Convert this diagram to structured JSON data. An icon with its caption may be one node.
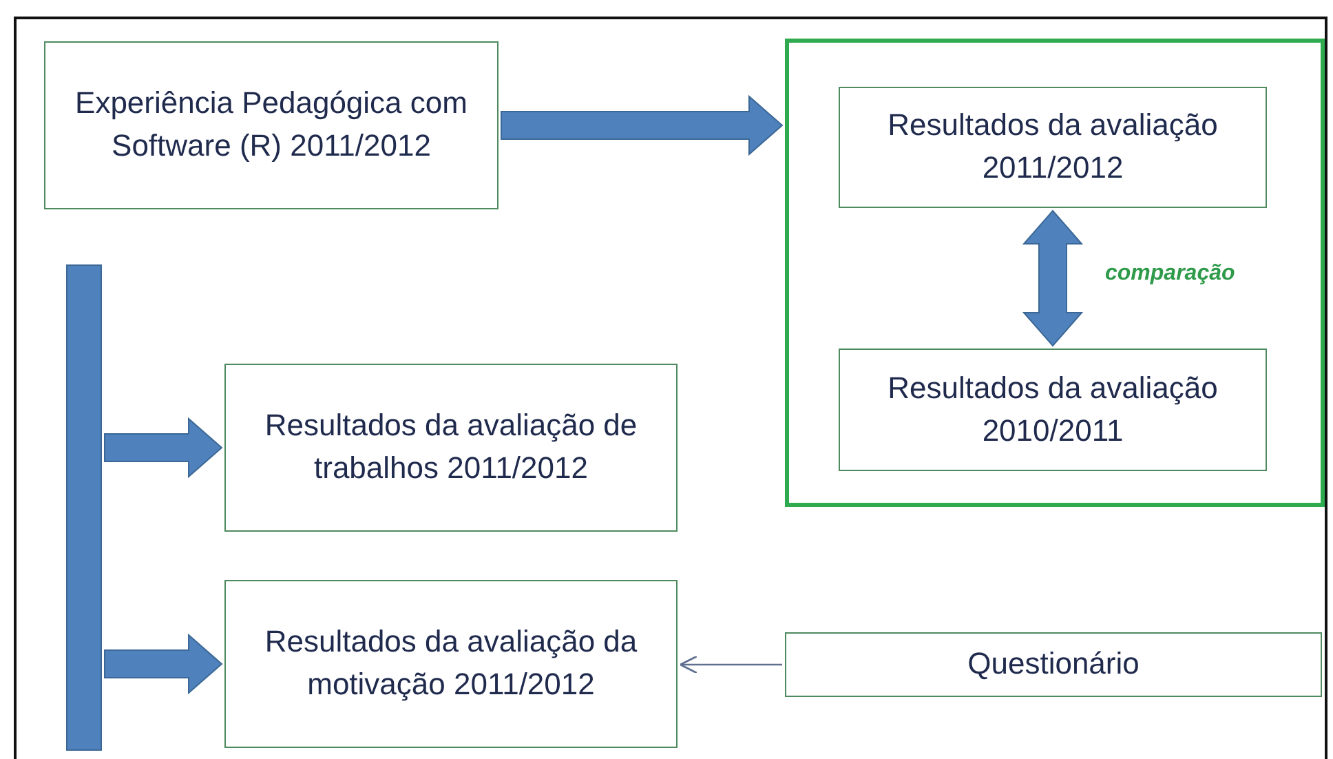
{
  "diagram": {
    "nodes": [
      {
        "text": [
          "Experiência  Pedagógica com Software  (R) 2011/2012"
        ]
      },
      {
        "text": [],
        "shape": "box"
      },
      {
        "text": [
          "Resultados da avaliação 2011/2012"
        ],
        "in": 1
      },
      {
        "text": [
          "Resultados da avaliação 2010/2011"
        ],
        "in": 1
      },
      {
        "text": [
          "Resultados da avaliação de trabalhos 2011/2012"
        ]
      },
      {
        "text": [
          "Resultados da avaliação da motivação 2011/2012"
        ]
      },
      {
        "text": [
          "Questionário"
        ]
      },
      {
        "text": [],
        "shape": "bar"
      }
    ],
    "edges": [
      {
        "from": 0,
        "to": 1,
        "arrow": "to",
        "style": "thick"
      },
      {
        "from": 2,
        "to": 3,
        "arrow": "both",
        "style": "thick",
        "label": "comparação"
      },
      {
        "from": 7,
        "to": 4,
        "arrow": "to",
        "style": "thick"
      },
      {
        "from": 7,
        "to": 5,
        "arrow": "to",
        "style": "thick"
      },
      {
        "from": 6,
        "to": 5,
        "arrow": "to",
        "color": "#5f6f8f"
      }
    ]
  }
}
